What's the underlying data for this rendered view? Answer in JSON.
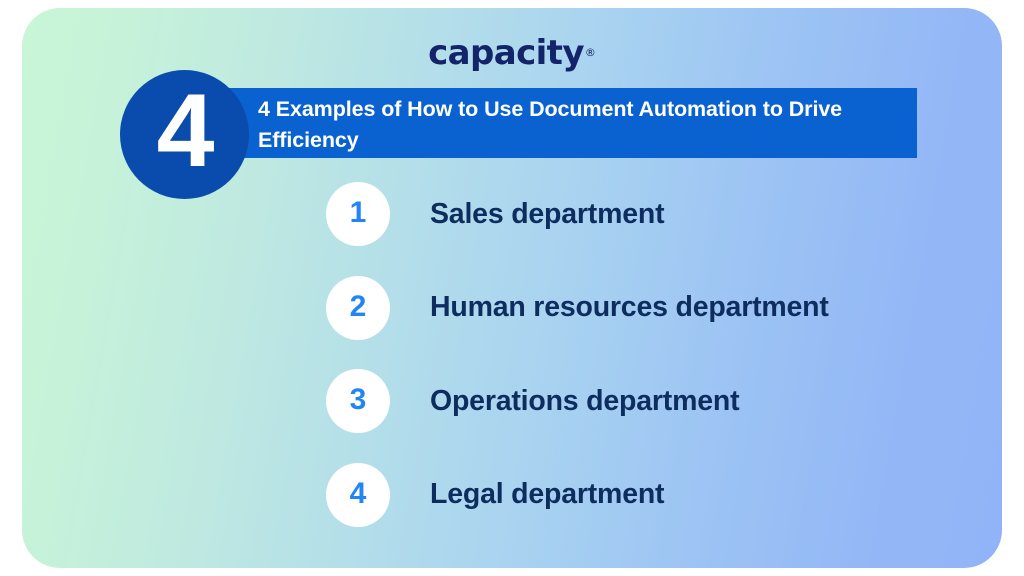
{
  "brand": {
    "logo_text": "capacity",
    "trademark_symbol": "®"
  },
  "header": {
    "badge_number": "4",
    "title": "4 Examples of How to Use Document Automation to Drive Efficiency"
  },
  "list": {
    "items": [
      {
        "number": "1",
        "label": "Sales department"
      },
      {
        "number": "2",
        "label": "Human resources department"
      },
      {
        "number": "3",
        "label": "Operations department"
      },
      {
        "number": "4",
        "label": "Legal department"
      }
    ]
  },
  "colors": {
    "gradient_start": "#c9f6d6",
    "gradient_mid": "#b0dcec",
    "gradient_end": "#90b4f7",
    "badge_dark_blue": "#0a4cad",
    "banner_blue": "#0a61d0",
    "number_blue": "#2186f5",
    "text_navy": "#0d2d5e",
    "logo_navy": "#14246b",
    "circle_white": "#ffffff"
  }
}
